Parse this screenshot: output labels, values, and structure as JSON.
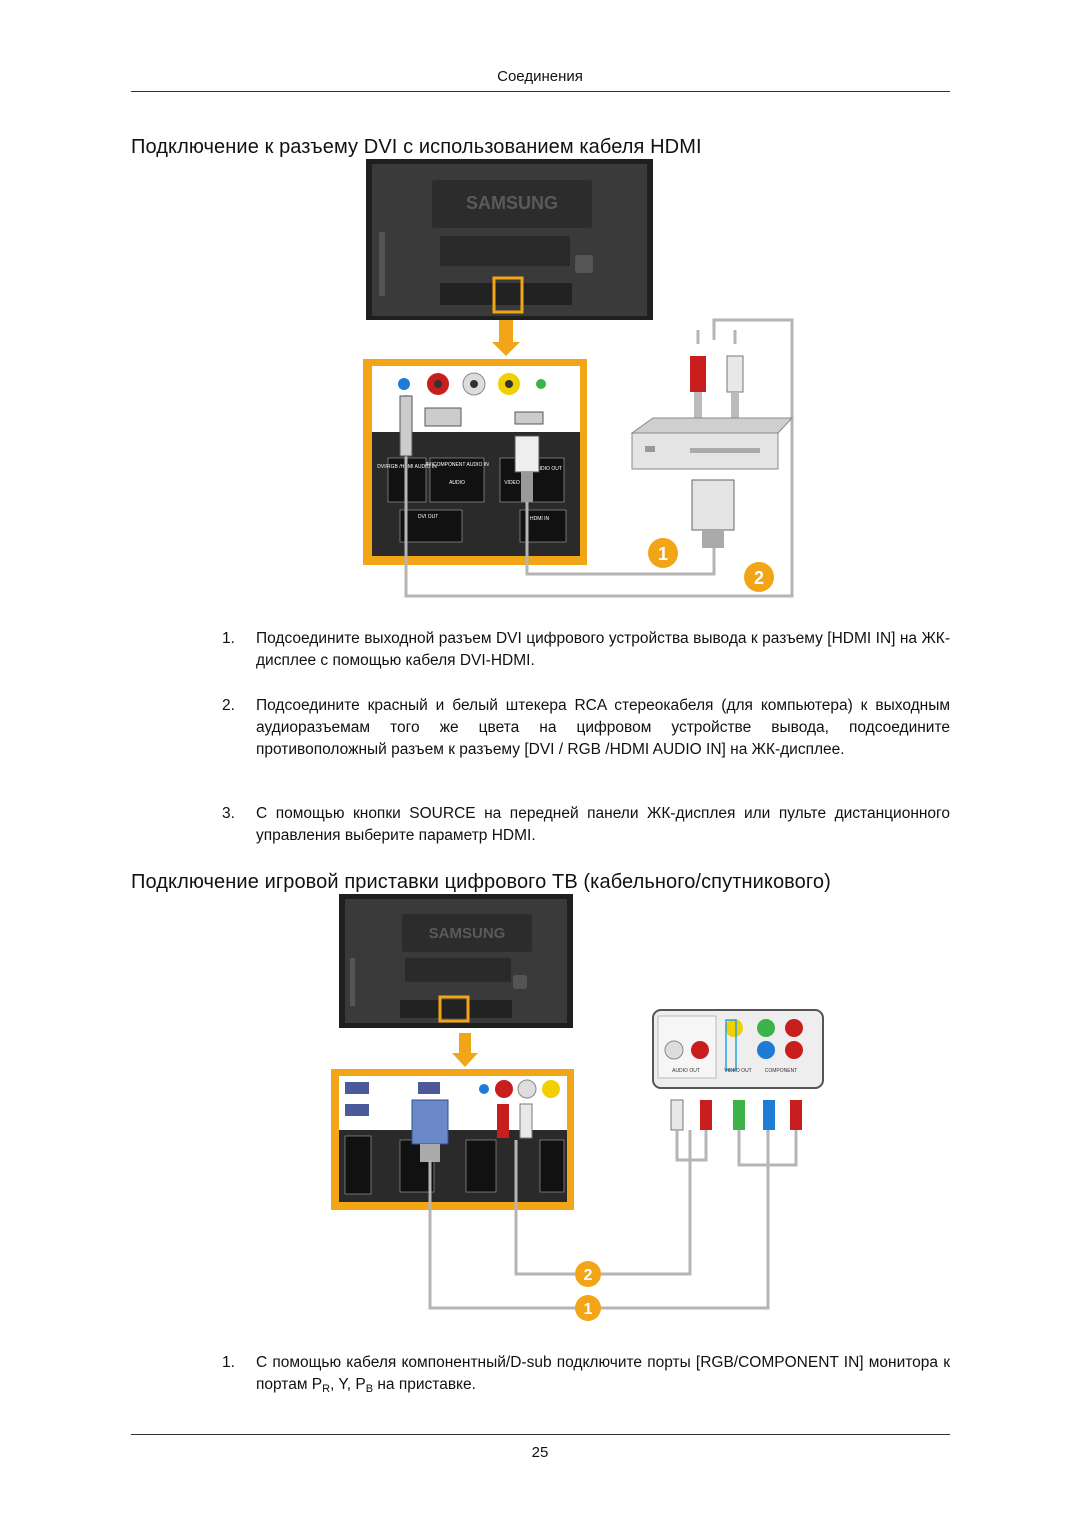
{
  "header": {
    "title": "Соединения"
  },
  "section1": {
    "title": "Подключение к разъему DVI с использованием кабеля HDMI",
    "figure": {
      "brand": "SAMSUNG",
      "panel_labels": {
        "dvi_rgb_hdmi_audio": "DVI/RGB /HDMI AUDIO IN",
        "av_component_audio": "AV/COMPONENT AUDIO IN",
        "audio": "AUDIO",
        "video": "VIDEO",
        "audio_out": "AUDIO OUT",
        "dvi_out": "DVI OUT",
        "hdmi_in": "HDMI IN"
      },
      "callouts": [
        "1",
        "2"
      ]
    },
    "steps": [
      {
        "num": "1.",
        "text": "Подсоедините выходной разъем DVI цифрового устройства вывода к разъему [HDMI IN] на ЖК-дисплее с помощью кабеля DVI-HDMI."
      },
      {
        "num": "2.",
        "text": "Подсоедините красный и белый штекера RCA стереокабеля (для компьютера) к выходным аудиоразъемам того же цвета на цифровом устройстве вывода, подсоедините противоположный разъем к разъему [DVI / RGB /HDMI AUDIO IN] на ЖК-дисплее."
      },
      {
        "num": "3.",
        "text": "С помощью кнопки SOURCE на передней панели ЖК-дисплея или пульте дистанционного управления выберите параметр HDMI."
      }
    ]
  },
  "section2": {
    "title": "Подключение игровой приставки цифрового ТВ (кабельного/спутникового)",
    "figure": {
      "brand": "SAMSUNG",
      "device_labels": {
        "audio_out": "AUDIO OUT",
        "video_out": "VIDEO OUT",
        "component": "COMPONENT"
      },
      "callouts": [
        "2",
        "1"
      ]
    },
    "steps": [
      {
        "num": "1.",
        "text_before": "С помощью кабеля компонентный/D-sub подключите порты [RGB/COMPONENT IN] монитора к портам P",
        "sub1": "R",
        "text_mid1": ", Y, P",
        "sub2": "B",
        "text_after": " на приставке."
      }
    ]
  },
  "footer": {
    "page_number": "25"
  },
  "colors": {
    "highlight": "#F2A516",
    "monitor_back": "#2b2b2b",
    "callout": "#F2A516",
    "cable": "#b5b5b5"
  }
}
